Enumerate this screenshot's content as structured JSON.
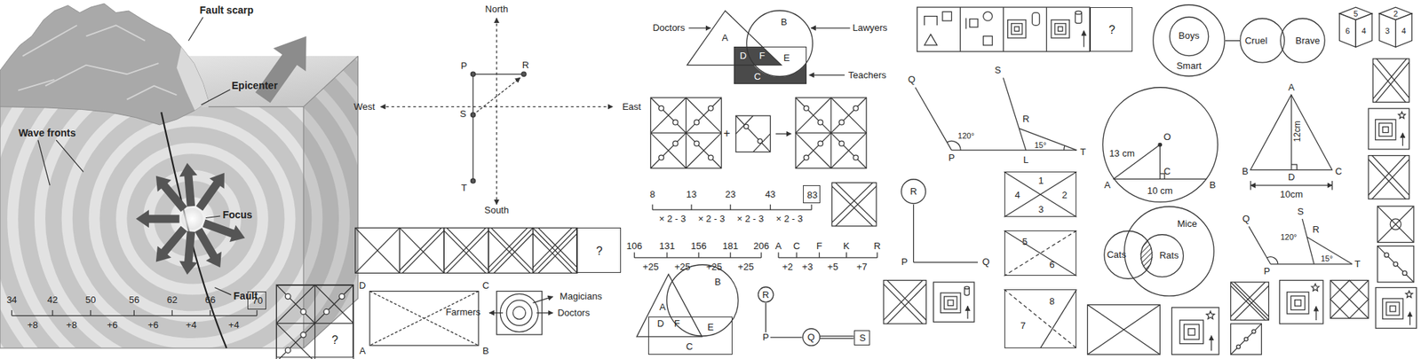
{
  "diagram": {
    "nodes": [
      {
        "text": [
          "70"
        ]
      },
      {
        "text": [
          "?"
        ]
      },
      {
        "text": [
          "?"
        ]
      },
      {
        "text": [
          "A"
        ]
      },
      {
        "text": [
          "B"
        ]
      },
      {
        "text": [
          "C"
        ]
      },
      {
        "text": [
          "83"
        ]
      },
      {
        "text": [
          "A"
        ]
      },
      {
        "text": [
          "B"
        ]
      },
      {
        "text": [
          "C"
        ]
      },
      {
        "text": [
          "R"
        ]
      },
      {
        "text": [
          "Q"
        ]
      },
      {
        "text": [
          "S"
        ]
      },
      {
        "text": [
          "?"
        ]
      },
      {
        "text": [
          "R"
        ]
      },
      {
        "text": [
          "Smart"
        ]
      },
      {
        "text": [
          "Boys"
        ],
        "in": 15
      },
      {
        "text": [
          "Cruel"
        ]
      },
      {
        "text": [
          "Brave"
        ]
      },
      {
        "text": [
          "Cats"
        ]
      },
      {
        "text": [
          "Mice"
        ]
      },
      {
        "text": [
          "Rats"
        ],
        "in": 20
      },
      {
        "text": [
          "1",
          "4",
          "2",
          "3"
        ]
      },
      {
        "text": [
          "5",
          "6"
        ]
      },
      {
        "text": [
          "8",
          "7"
        ]
      },
      {
        "text": [
          "O",
          "13 cm",
          "C",
          "10 cm"
        ]
      },
      {
        "text": [
          "12cm"
        ]
      }
    ],
    "edges": [
      {
        "from": 10,
        "to": 11,
        "arrow": "none"
      },
      {
        "from": 11,
        "to": 12,
        "arrow": "none"
      },
      {
        "from": 15,
        "to": 17,
        "arrow": "none"
      }
    ],
    "labels": [
      "Fault scarp",
      "Epicenter",
      "Wave fronts",
      "Focus",
      "Fault",
      "34",
      "42",
      "50",
      "56",
      "62",
      "66",
      "+8",
      "+8",
      "+6",
      "+6",
      "+4",
      "+4",
      "North",
      "West",
      "East",
      "South",
      "P",
      "R",
      "S",
      "T",
      "D",
      "C",
      "A",
      "B",
      "Magicians",
      "Farmers",
      "Doctors",
      "Doctors",
      "Lawyers",
      "D",
      "F",
      "E",
      "Teachers",
      "+",
      "8",
      "13",
      "23",
      "43",
      "× 2 - 3",
      "× 2 - 3",
      "× 2 - 3",
      "× 2 - 3",
      "106",
      "131",
      "156",
      "181",
      "206",
      "+25",
      "+25",
      "+25",
      "+25",
      "A",
      "C",
      "F",
      "K",
      "R",
      "+2",
      "+3",
      "+5",
      "+7",
      "D",
      "F",
      "E",
      "P",
      "Q",
      "120°",
      "P",
      "S",
      "R",
      "15°",
      "L",
      "T",
      "P",
      "Q",
      "A",
      "B",
      "A",
      "B",
      "D",
      "C",
      "10cm",
      "5",
      "6",
      "4",
      "2",
      "3",
      "4",
      "Q",
      "120°",
      "P",
      "S",
      "R",
      "15°",
      "T"
    ]
  }
}
